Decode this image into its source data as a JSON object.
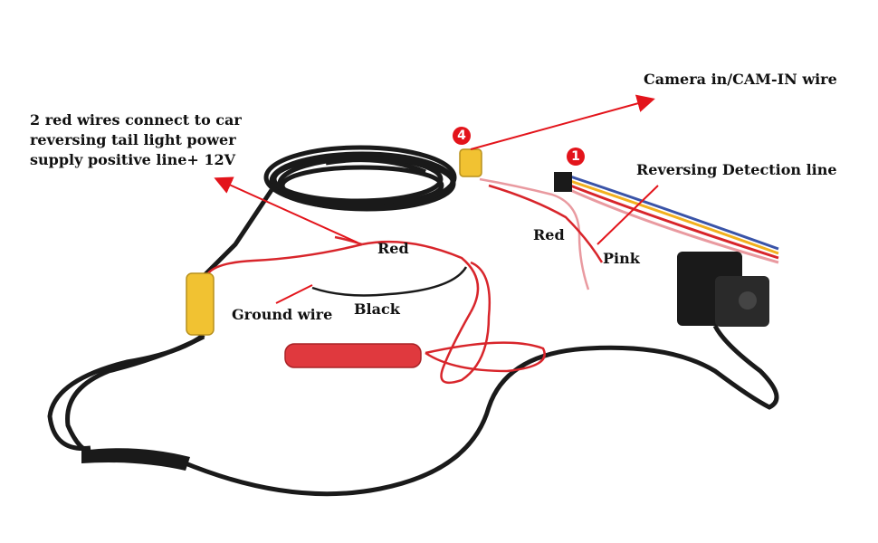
{
  "labels": {
    "camera_in": "Camera in/CAM-IN wire",
    "reversing_detection": "Reversing Detection line",
    "red_wires_note": "2 red wires connect to car reversing tail light power supply positive line+ 12V",
    "red_left": "Red",
    "red_right": "Red",
    "pink": "Pink",
    "ground_wire": "Ground wire",
    "black": "Black"
  },
  "badges": {
    "badge_4": "4",
    "badge_1": "1"
  },
  "colors": {
    "arrow": "#e3141b",
    "cable": "#1a1a1a",
    "red_wire": "#d8252b",
    "pink_wire": "#e99aa0",
    "rca_yellow": "#f1c232",
    "rca_red": "#e0393e"
  }
}
